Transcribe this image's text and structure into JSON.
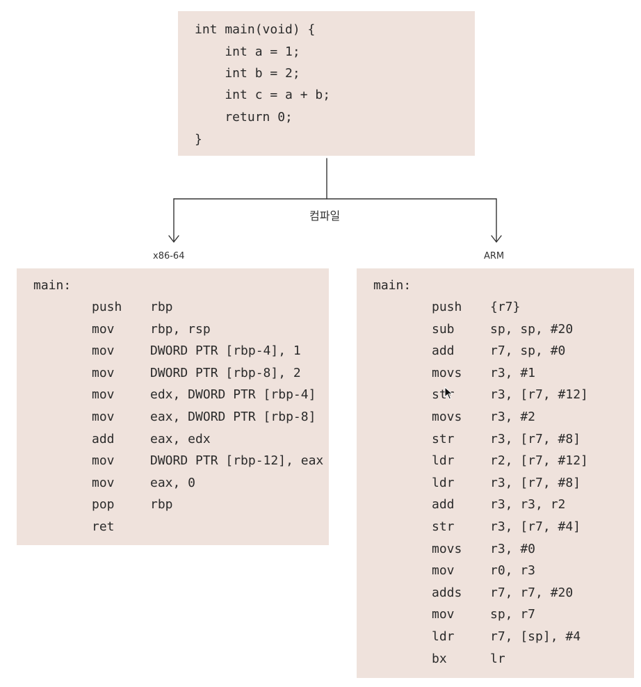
{
  "source": {
    "lines": [
      "int main(void) {",
      "    int a = 1;",
      "    int b = 2;",
      "    int c = a + b;",
      "    return 0;",
      "}"
    ]
  },
  "compile_label": "컴파일",
  "x86": {
    "arch_label": "x86-64",
    "label": "main:",
    "rows": [
      {
        "op": "push",
        "args": "rbp"
      },
      {
        "op": "mov",
        "args": "rbp, rsp"
      },
      {
        "op": "mov",
        "args": "DWORD PTR [rbp-4], 1"
      },
      {
        "op": "mov",
        "args": "DWORD PTR [rbp-8], 2"
      },
      {
        "op": "mov",
        "args": "edx, DWORD PTR [rbp-4]"
      },
      {
        "op": "mov",
        "args": "eax, DWORD PTR [rbp-8]"
      },
      {
        "op": "add",
        "args": "eax, edx"
      },
      {
        "op": "mov",
        "args": "DWORD PTR [rbp-12], eax"
      },
      {
        "op": "mov",
        "args": "eax, 0"
      },
      {
        "op": "pop",
        "args": "rbp"
      },
      {
        "op": "ret",
        "args": ""
      }
    ]
  },
  "arm": {
    "arch_label": "ARM",
    "label": "main:",
    "rows": [
      {
        "op": "push",
        "args": "{r7}"
      },
      {
        "op": "sub",
        "args": "sp, sp, #20"
      },
      {
        "op": "add",
        "args": "r7, sp, #0"
      },
      {
        "op": "movs",
        "args": "r3, #1"
      },
      {
        "op": "str",
        "args": "r3, [r7, #12]"
      },
      {
        "op": "movs",
        "args": "r3, #2"
      },
      {
        "op": "str",
        "args": "r3, [r7, #8]"
      },
      {
        "op": "ldr",
        "args": "r2, [r7, #12]"
      },
      {
        "op": "ldr",
        "args": "r3, [r7, #8]"
      },
      {
        "op": "add",
        "args": "r3, r3, r2"
      },
      {
        "op": "str",
        "args": "r3, [r7, #4]"
      },
      {
        "op": "movs",
        "args": "r3, #0"
      },
      {
        "op": "mov",
        "args": "r0, r3"
      },
      {
        "op": "adds",
        "args": "r7, r7, #20"
      },
      {
        "op": "mov",
        "args": "sp, r7"
      },
      {
        "op": "ldr",
        "args": "r7, [sp], #4"
      },
      {
        "op": "bx",
        "args": "lr"
      }
    ]
  },
  "colors": {
    "box_fill": "#efe2dc",
    "text": "#2a2a2a",
    "line": "#333333"
  }
}
